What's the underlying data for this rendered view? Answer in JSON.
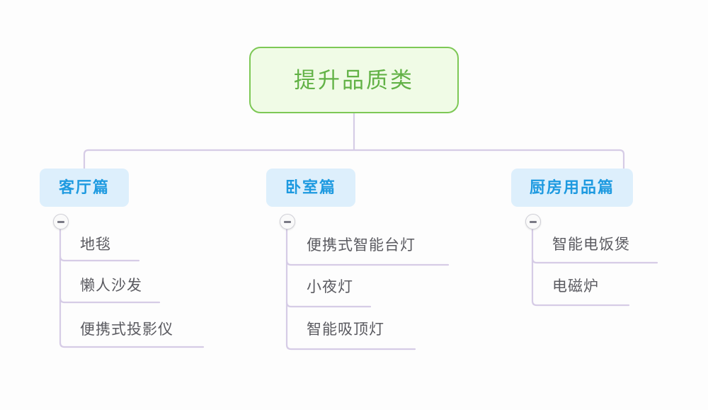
{
  "diagram": {
    "type": "mind-map",
    "background_color": "#fdfdfd",
    "connector_color": "#d6cce6",
    "root": {
      "label": "提升品质类",
      "fill_color": "#f0fbe6",
      "border_color": "#7dc855",
      "text_color": "#62b246"
    },
    "branch_style": {
      "fill_color": "#ddeffc",
      "text_color": "#1e9ae0"
    },
    "leaf_style": {
      "text_color": "#5a5a60",
      "underline_color": "#d6cce6"
    },
    "collapse_icon": "minus-circle-icon",
    "branches": [
      {
        "label": "客厅篇",
        "collapse_state": "expanded",
        "children": [
          {
            "label": "地毯"
          },
          {
            "label": "懒人沙发"
          },
          {
            "label": "便携式投影仪"
          }
        ]
      },
      {
        "label": "卧室篇",
        "collapse_state": "expanded",
        "children": [
          {
            "label": "便携式智能台灯"
          },
          {
            "label": "小夜灯"
          },
          {
            "label": "智能吸顶灯"
          }
        ]
      },
      {
        "label": "厨房用品篇",
        "collapse_state": "expanded",
        "children": [
          {
            "label": "智能电饭煲"
          },
          {
            "label": "电磁炉"
          }
        ]
      }
    ]
  }
}
